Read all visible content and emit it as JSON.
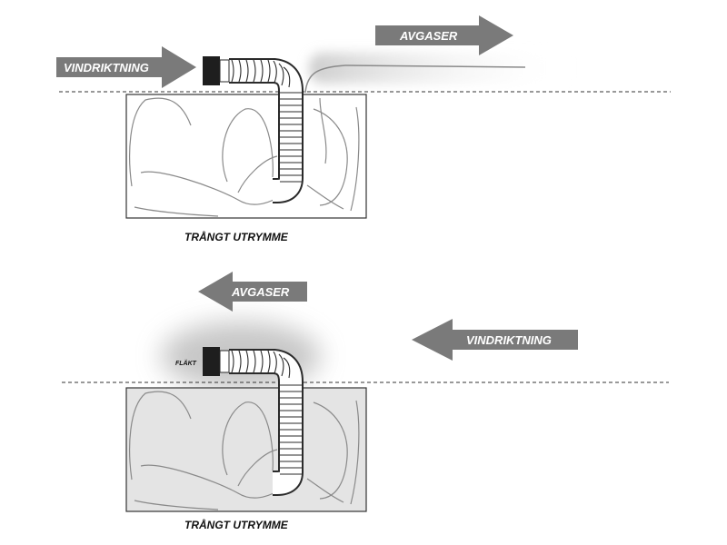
{
  "diagram_top": {
    "wind_label": "VINDRIKTNING",
    "exhaust_label": "AVGASER",
    "caption": "TRÅNGT UTRYMME"
  },
  "diagram_bottom": {
    "wind_label": "VINDRIKTNING",
    "exhaust_label": "AVGASER",
    "fan_label": "FLÄKT",
    "caption": "TRÅNGT UTRYMME"
  },
  "colors": {
    "arrow_fill": "#7a7a7a",
    "room_top": "#ffffff",
    "room_bottom": "#e4e4e4",
    "fan": "#1e1e1e",
    "line": "#333333",
    "smoke": "#9a9a9a"
  }
}
